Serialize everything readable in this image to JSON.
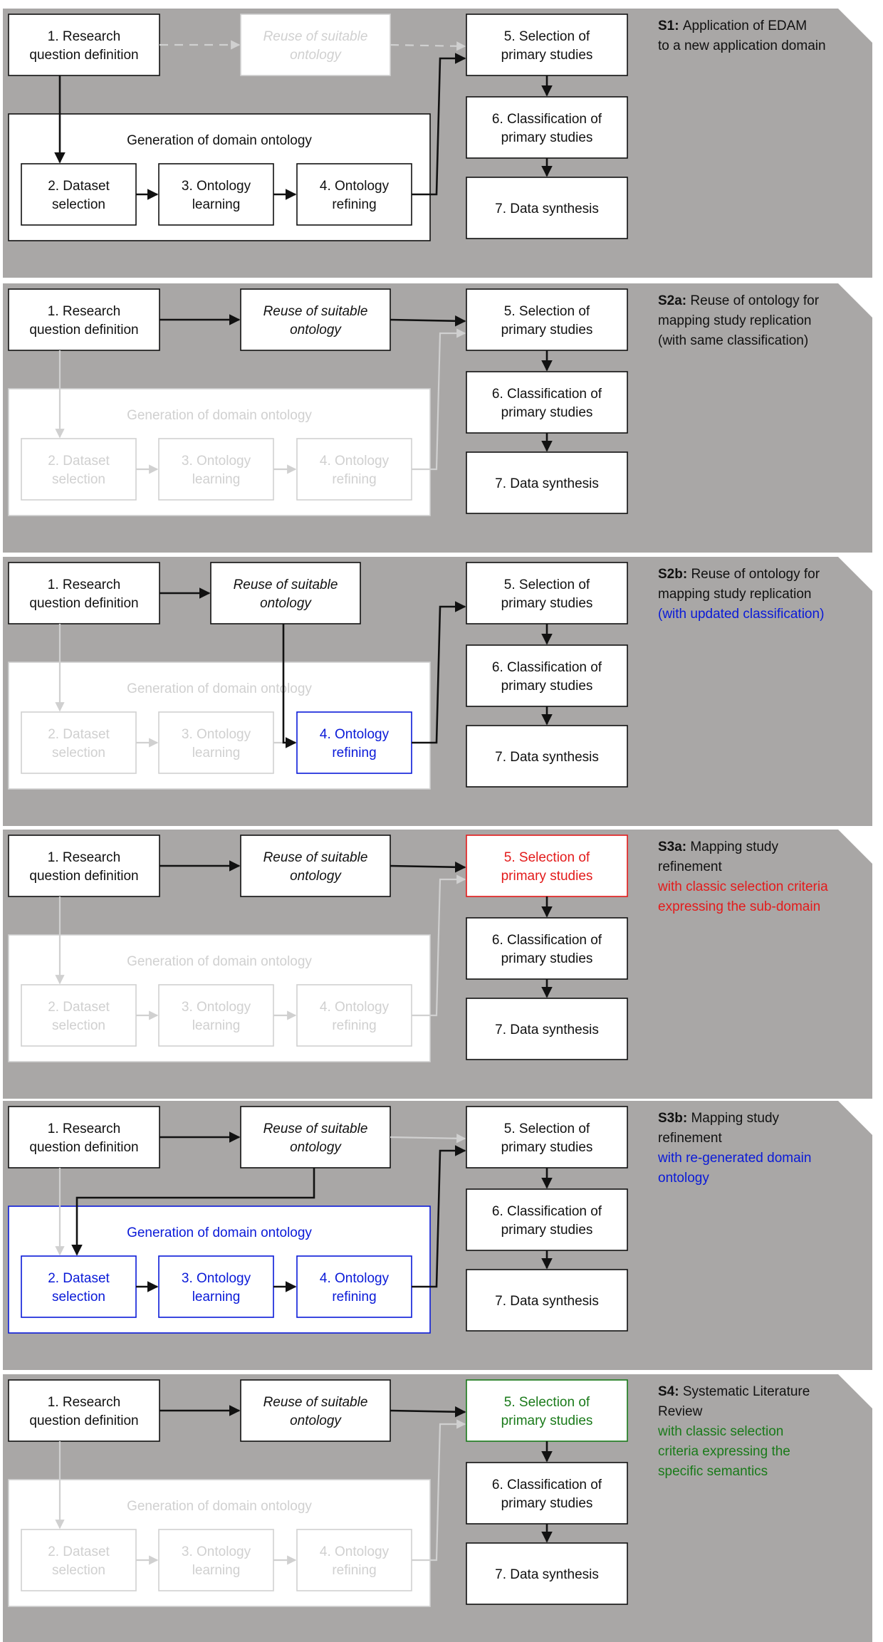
{
  "colors": {
    "panel": "#a9a7a6",
    "active": "#111111",
    "faded": "#d0d0d0",
    "blue": "#0a1ad8",
    "red": "#e31b1b",
    "green": "#1a7a1a"
  },
  "boxes": {
    "research": [
      "1. Research",
      "question definition"
    ],
    "reuse": [
      "Reuse of suitable",
      "ontology"
    ],
    "generation": "Generation of domain ontology",
    "dataset": [
      "2. Dataset",
      "selection"
    ],
    "learning": [
      "3. Ontology",
      "learning"
    ],
    "refining": [
      "4. Ontology",
      "refining"
    ],
    "selection": [
      "5. Selection of",
      "primary studies"
    ],
    "classification": [
      "6. Classification of",
      "primary studies"
    ],
    "synthesis": [
      "7. Data synthesis"
    ]
  },
  "scenarios": [
    {
      "id": "S1",
      "label": "S1:",
      "title_lines": [
        "Application of EDAM",
        "to a new application domain"
      ],
      "extra_lines": [],
      "extra_color": "active",
      "states": {
        "research": "active",
        "reuse": "faded",
        "generation": "active",
        "dataset": "active",
        "learning": "active",
        "refining": "active",
        "selection": "active",
        "classification": "active",
        "synthesis": "active"
      },
      "arrows": {
        "research_to_reuse": "faded-dashed",
        "reuse_to_selection": "faded-dashed",
        "research_down": "active",
        "dataset_to_learning": "active",
        "learning_to_refining": "active",
        "refining_to_selection": "active",
        "reuse_down": "none",
        "reuse_to_dataset": "none",
        "selection_to_classification": "active",
        "classification_to_synthesis": "active"
      }
    },
    {
      "id": "S2a",
      "label": "S2a:",
      "title_lines": [
        "Reuse of ontology for",
        "mapping study replication",
        "(with same classification)"
      ],
      "extra_lines": [],
      "extra_color": "active",
      "states": {
        "research": "active",
        "reuse": "active",
        "generation": "faded",
        "dataset": "faded",
        "learning": "faded",
        "refining": "faded",
        "selection": "active",
        "classification": "active",
        "synthesis": "active"
      },
      "arrows": {
        "research_to_reuse": "active",
        "reuse_to_selection": "active",
        "research_down": "faded",
        "dataset_to_learning": "faded",
        "learning_to_refining": "faded",
        "refining_to_selection": "faded",
        "reuse_down": "none",
        "reuse_to_dataset": "none",
        "selection_to_classification": "active",
        "classification_to_synthesis": "active"
      }
    },
    {
      "id": "S2b",
      "label": "S2b:",
      "title_lines": [
        "Reuse of ontology for",
        "mapping study replication"
      ],
      "extra_lines": [
        "(with updated classification)"
      ],
      "extra_color": "blue",
      "states": {
        "research": "active",
        "reuse": "active",
        "generation": "faded",
        "dataset": "faded",
        "learning": "faded",
        "refining": "blue",
        "selection": "active",
        "classification": "active",
        "synthesis": "active"
      },
      "arrows": {
        "research_to_reuse": "active",
        "reuse_to_selection": "none",
        "research_down": "faded",
        "dataset_to_learning": "faded",
        "learning_to_refining": "faded",
        "refining_to_selection": "active",
        "reuse_down": "active",
        "reuse_to_dataset": "none",
        "selection_to_classification": "active",
        "classification_to_synthesis": "active"
      }
    },
    {
      "id": "S3a",
      "label": "S3a:",
      "title_lines": [
        "Mapping study",
        "refinement"
      ],
      "extra_lines": [
        "with classic selection criteria",
        "expressing the sub-domain"
      ],
      "extra_color": "red",
      "states": {
        "research": "active",
        "reuse": "active",
        "generation": "faded",
        "dataset": "faded",
        "learning": "faded",
        "refining": "faded",
        "selection": "red",
        "classification": "active",
        "synthesis": "active"
      },
      "arrows": {
        "research_to_reuse": "active",
        "reuse_to_selection": "active",
        "research_down": "faded",
        "dataset_to_learning": "faded",
        "learning_to_refining": "faded",
        "refining_to_selection": "faded",
        "reuse_down": "none",
        "reuse_to_dataset": "none",
        "selection_to_classification": "active",
        "classification_to_synthesis": "active"
      }
    },
    {
      "id": "S3b",
      "label": "S3b:",
      "title_lines": [
        "Mapping study",
        "refinement"
      ],
      "extra_lines": [
        "with re-generated domain",
        "ontology"
      ],
      "extra_color": "blue",
      "states": {
        "research": "active",
        "reuse": "active",
        "generation": "blue",
        "dataset": "blue",
        "learning": "blue",
        "refining": "blue",
        "selection": "active",
        "classification": "active",
        "synthesis": "active"
      },
      "arrows": {
        "research_to_reuse": "active",
        "reuse_to_selection": "faded",
        "research_down": "faded",
        "dataset_to_learning": "active",
        "learning_to_refining": "active",
        "refining_to_selection": "active",
        "reuse_down": "none",
        "reuse_to_dataset": "active",
        "selection_to_classification": "active",
        "classification_to_synthesis": "active"
      }
    },
    {
      "id": "S4",
      "label": "S4:",
      "title_lines": [
        "Systematic Literature",
        "Review"
      ],
      "extra_lines": [
        "with classic selection",
        "criteria expressing the",
        "specific semantics"
      ],
      "extra_color": "green",
      "states": {
        "research": "active",
        "reuse": "active",
        "generation": "faded",
        "dataset": "faded",
        "learning": "faded",
        "refining": "faded",
        "selection": "green",
        "classification": "active",
        "synthesis": "active"
      },
      "arrows": {
        "research_to_reuse": "active",
        "reuse_to_selection": "active",
        "research_down": "faded",
        "dataset_to_learning": "faded",
        "learning_to_refining": "faded",
        "refining_to_selection": "faded",
        "reuse_down": "none",
        "reuse_to_dataset": "none",
        "selection_to_classification": "active",
        "classification_to_synthesis": "active"
      }
    }
  ]
}
